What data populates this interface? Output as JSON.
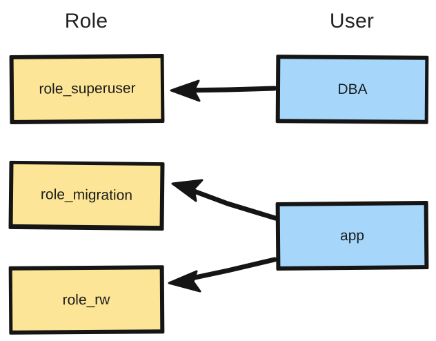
{
  "diagram": {
    "title_hidden": "",
    "columns": [
      {
        "id": "role",
        "label": "Role"
      },
      {
        "id": "user",
        "label": "User"
      }
    ],
    "colors": {
      "role_fill": "#fce596",
      "user_fill": "#a6d7fb",
      "stroke": "#151515",
      "background": "#ffffff",
      "text": "#1a1a1a"
    },
    "nodes": [
      {
        "id": "role_superuser",
        "label": "role_superuser",
        "column": "role"
      },
      {
        "id": "role_migration",
        "label": "role_migration",
        "column": "role"
      },
      {
        "id": "role_rw",
        "label": "role_rw",
        "column": "role"
      },
      {
        "id": "dba",
        "label": "DBA",
        "column": "user"
      },
      {
        "id": "app",
        "label": "app",
        "column": "user"
      }
    ],
    "edges": [
      {
        "id": "dba-to-role-superuser",
        "from": "dba",
        "to": "role_superuser",
        "style": "arrow",
        "label": ""
      },
      {
        "id": "app-to-role-migration",
        "from": "app",
        "to": "role_migration",
        "style": "arrow",
        "label": ""
      },
      {
        "id": "app-to-role-rw",
        "from": "app",
        "to": "role_rw",
        "style": "arrow",
        "label": ""
      }
    ]
  }
}
